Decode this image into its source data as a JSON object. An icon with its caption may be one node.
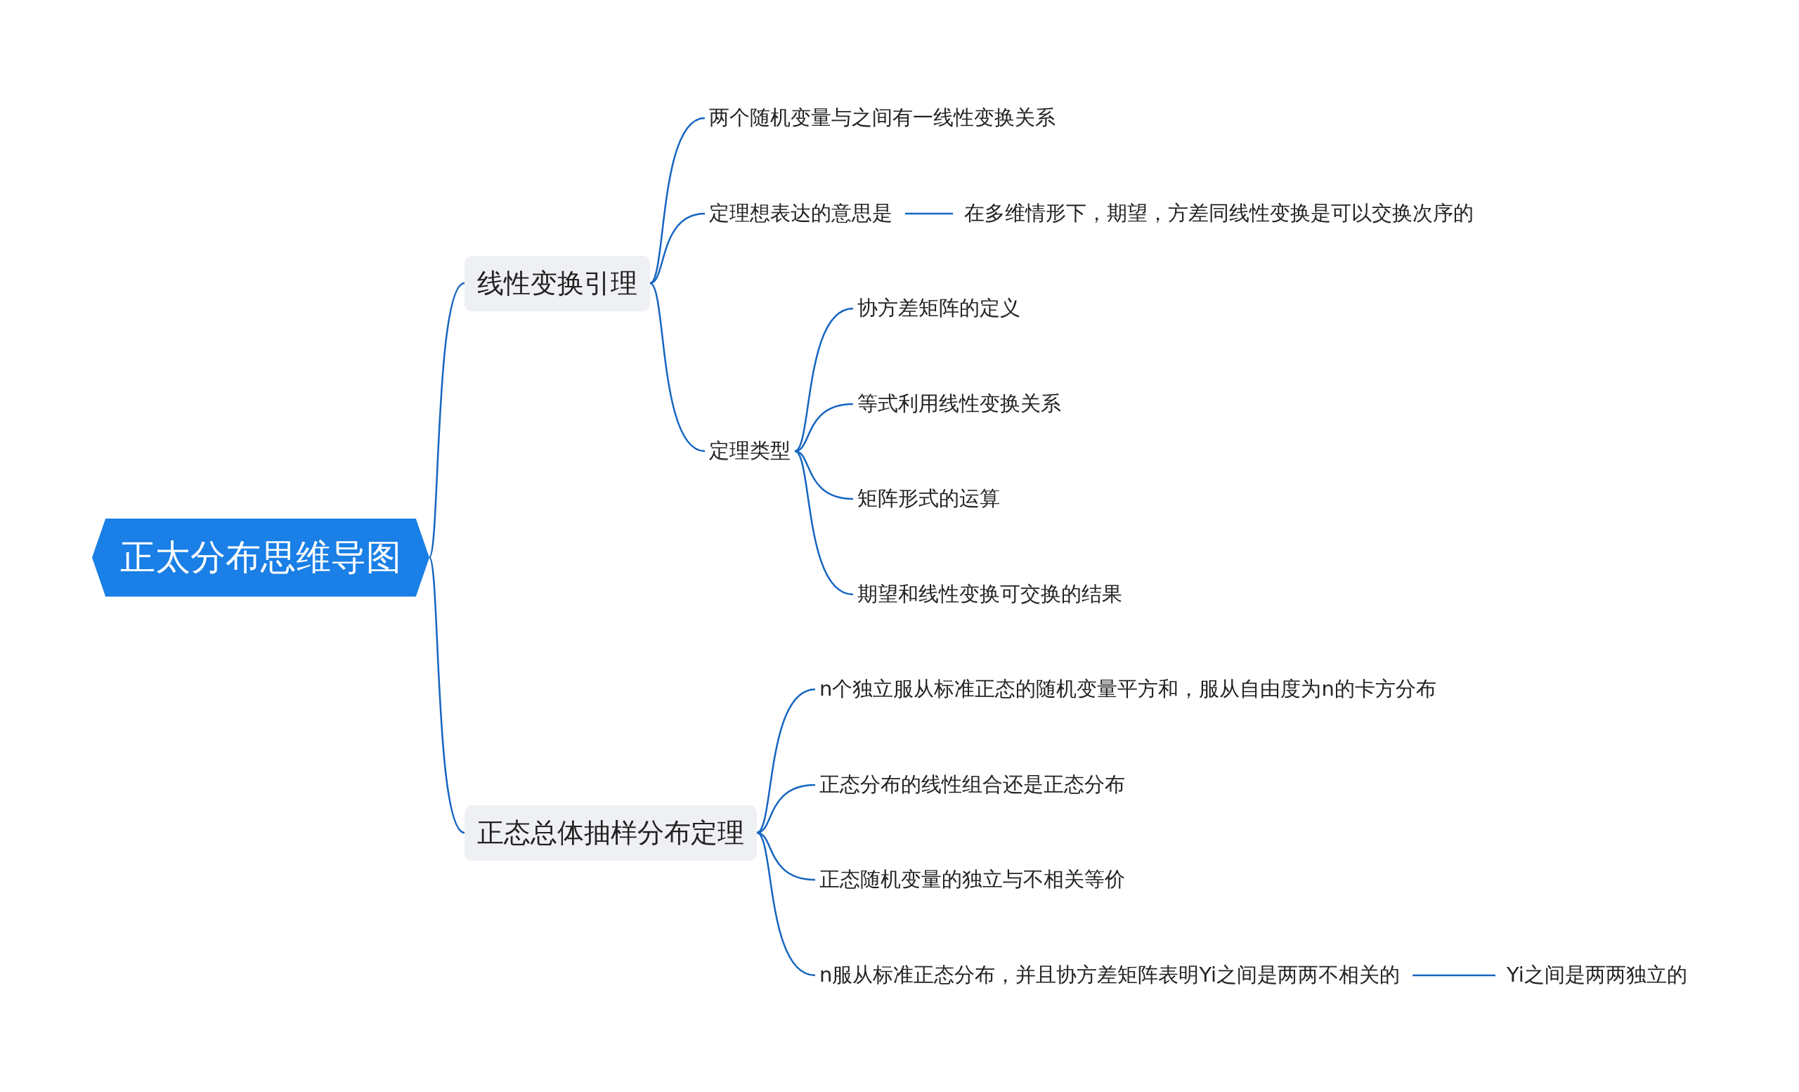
{
  "diagram": {
    "nodes": [
      {
        "text": [
          "正太分布思维导图"
        ]
      },
      {
        "text": [
          "线性变换引理"
        ]
      },
      {
        "text": [
          "两个随机变量与之间有一线性变换关系"
        ]
      },
      {
        "text": [
          "定理想表达的意思是"
        ]
      },
      {
        "text": [
          "在多维情形下，期望，方差同线性变换是可以交换次序的"
        ]
      },
      {
        "text": [
          "定理类型"
        ]
      },
      {
        "text": [
          "协方差矩阵的定义"
        ]
      },
      {
        "text": [
          "等式利用线性变换关系"
        ]
      },
      {
        "text": [
          "矩阵形式的运算"
        ]
      },
      {
        "text": [
          "期望和线性变换可交换的结果"
        ]
      },
      {
        "text": [
          "正态总体抽样分布定理"
        ]
      },
      {
        "text": [
          "n个独立服从标准正态的随机变量平方和，服从自由度为n的卡方分布"
        ]
      },
      {
        "text": [
          "正态分布的线性组合还是正态分布"
        ]
      },
      {
        "text": [
          "正态随机变量的独立与不相关等价"
        ]
      },
      {
        "text": [
          "n服从标准正态分布，并且协方差矩阵表明Yi之间是两两不相关的"
        ]
      },
      {
        "text": [
          "Yi之间是两两独立的"
        ]
      }
    ],
    "edges": [
      {
        "from": 0,
        "to": 1,
        "arrow": "none"
      },
      {
        "from": 0,
        "to": 10,
        "arrow": "none"
      },
      {
        "from": 1,
        "to": 2,
        "arrow": "none"
      },
      {
        "from": 1,
        "to": 3,
        "arrow": "none"
      },
      {
        "from": 1,
        "to": 5,
        "arrow": "none"
      },
      {
        "from": 3,
        "to": 4,
        "arrow": "none"
      },
      {
        "from": 5,
        "to": 6,
        "arrow": "none"
      },
      {
        "from": 5,
        "to": 7,
        "arrow": "none"
      },
      {
        "from": 5,
        "to": 8,
        "arrow": "none"
      },
      {
        "from": 5,
        "to": 9,
        "arrow": "none"
      },
      {
        "from": 10,
        "to": 11,
        "arrow": "none"
      },
      {
        "from": 10,
        "to": 12,
        "arrow": "none"
      },
      {
        "from": 10,
        "to": 13,
        "arrow": "none"
      },
      {
        "from": 10,
        "to": 14,
        "arrow": "none"
      },
      {
        "from": 14,
        "to": 15,
        "arrow": "none"
      }
    ]
  }
}
